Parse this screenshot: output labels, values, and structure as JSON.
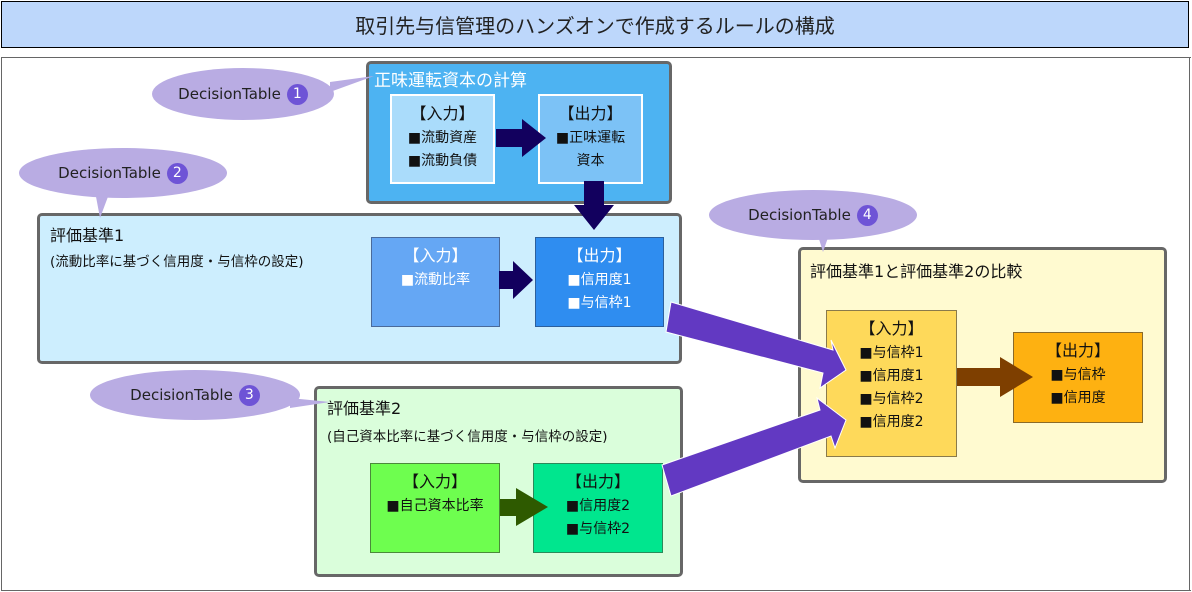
{
  "title": "取引先与信管理のハンズオンで作成するルールの構成",
  "bubbles": [
    {
      "label": "DecisionTable",
      "number": "1"
    },
    {
      "label": "DecisionTable",
      "number": "2"
    },
    {
      "label": "DecisionTable",
      "number": "3"
    },
    {
      "label": "DecisionTable",
      "number": "4"
    }
  ],
  "groups": {
    "g1": {
      "title": "正味運転資本の計算",
      "input": {
        "header": "【入力】",
        "items": [
          "■流動資産",
          "■流動負債"
        ]
      },
      "output": {
        "header": "【出力】",
        "items": [
          "■正味運転",
          "資本"
        ]
      }
    },
    "g2": {
      "title": "評価基準1",
      "subtitle": "(流動比率に基づく信用度・与信枠の設定)",
      "input": {
        "header": "【入力】",
        "items": [
          "■流動比率"
        ]
      },
      "output": {
        "header": "【出力】",
        "items": [
          "■信用度1",
          "■与信枠1"
        ]
      }
    },
    "g3": {
      "title": "評価基準2",
      "subtitle": "(自己資本比率に基づく信用度・与信枠の設定)",
      "input": {
        "header": "【入力】",
        "items": [
          "■自己資本比率"
        ]
      },
      "output": {
        "header": "【出力】",
        "items": [
          "■信用度2",
          "■与信枠2"
        ]
      }
    },
    "g4": {
      "title": "評価基準1と評価基準2の比較",
      "input": {
        "header": "【入力】",
        "items": [
          "■与信枠1",
          "■信用度1",
          "■与信枠2",
          "■信用度2"
        ]
      },
      "output": {
        "header": "【出力】",
        "items": [
          "■与信枠",
          "■信用度"
        ]
      }
    }
  },
  "colors": {
    "title_bg": "#bdd7fb",
    "bubble": "#b9ace3",
    "badge": "#6e54d6",
    "g1_bg": "#4db3f2",
    "g2_bg": "#cdeefe",
    "g3_bg": "#dafedb",
    "g4_bg": "#fffad0",
    "dark_arrow": "#12005e",
    "purple_arrow": "#6239c2",
    "green_arrow": "#2e5a00",
    "brown_arrow": "#7e3f00"
  }
}
